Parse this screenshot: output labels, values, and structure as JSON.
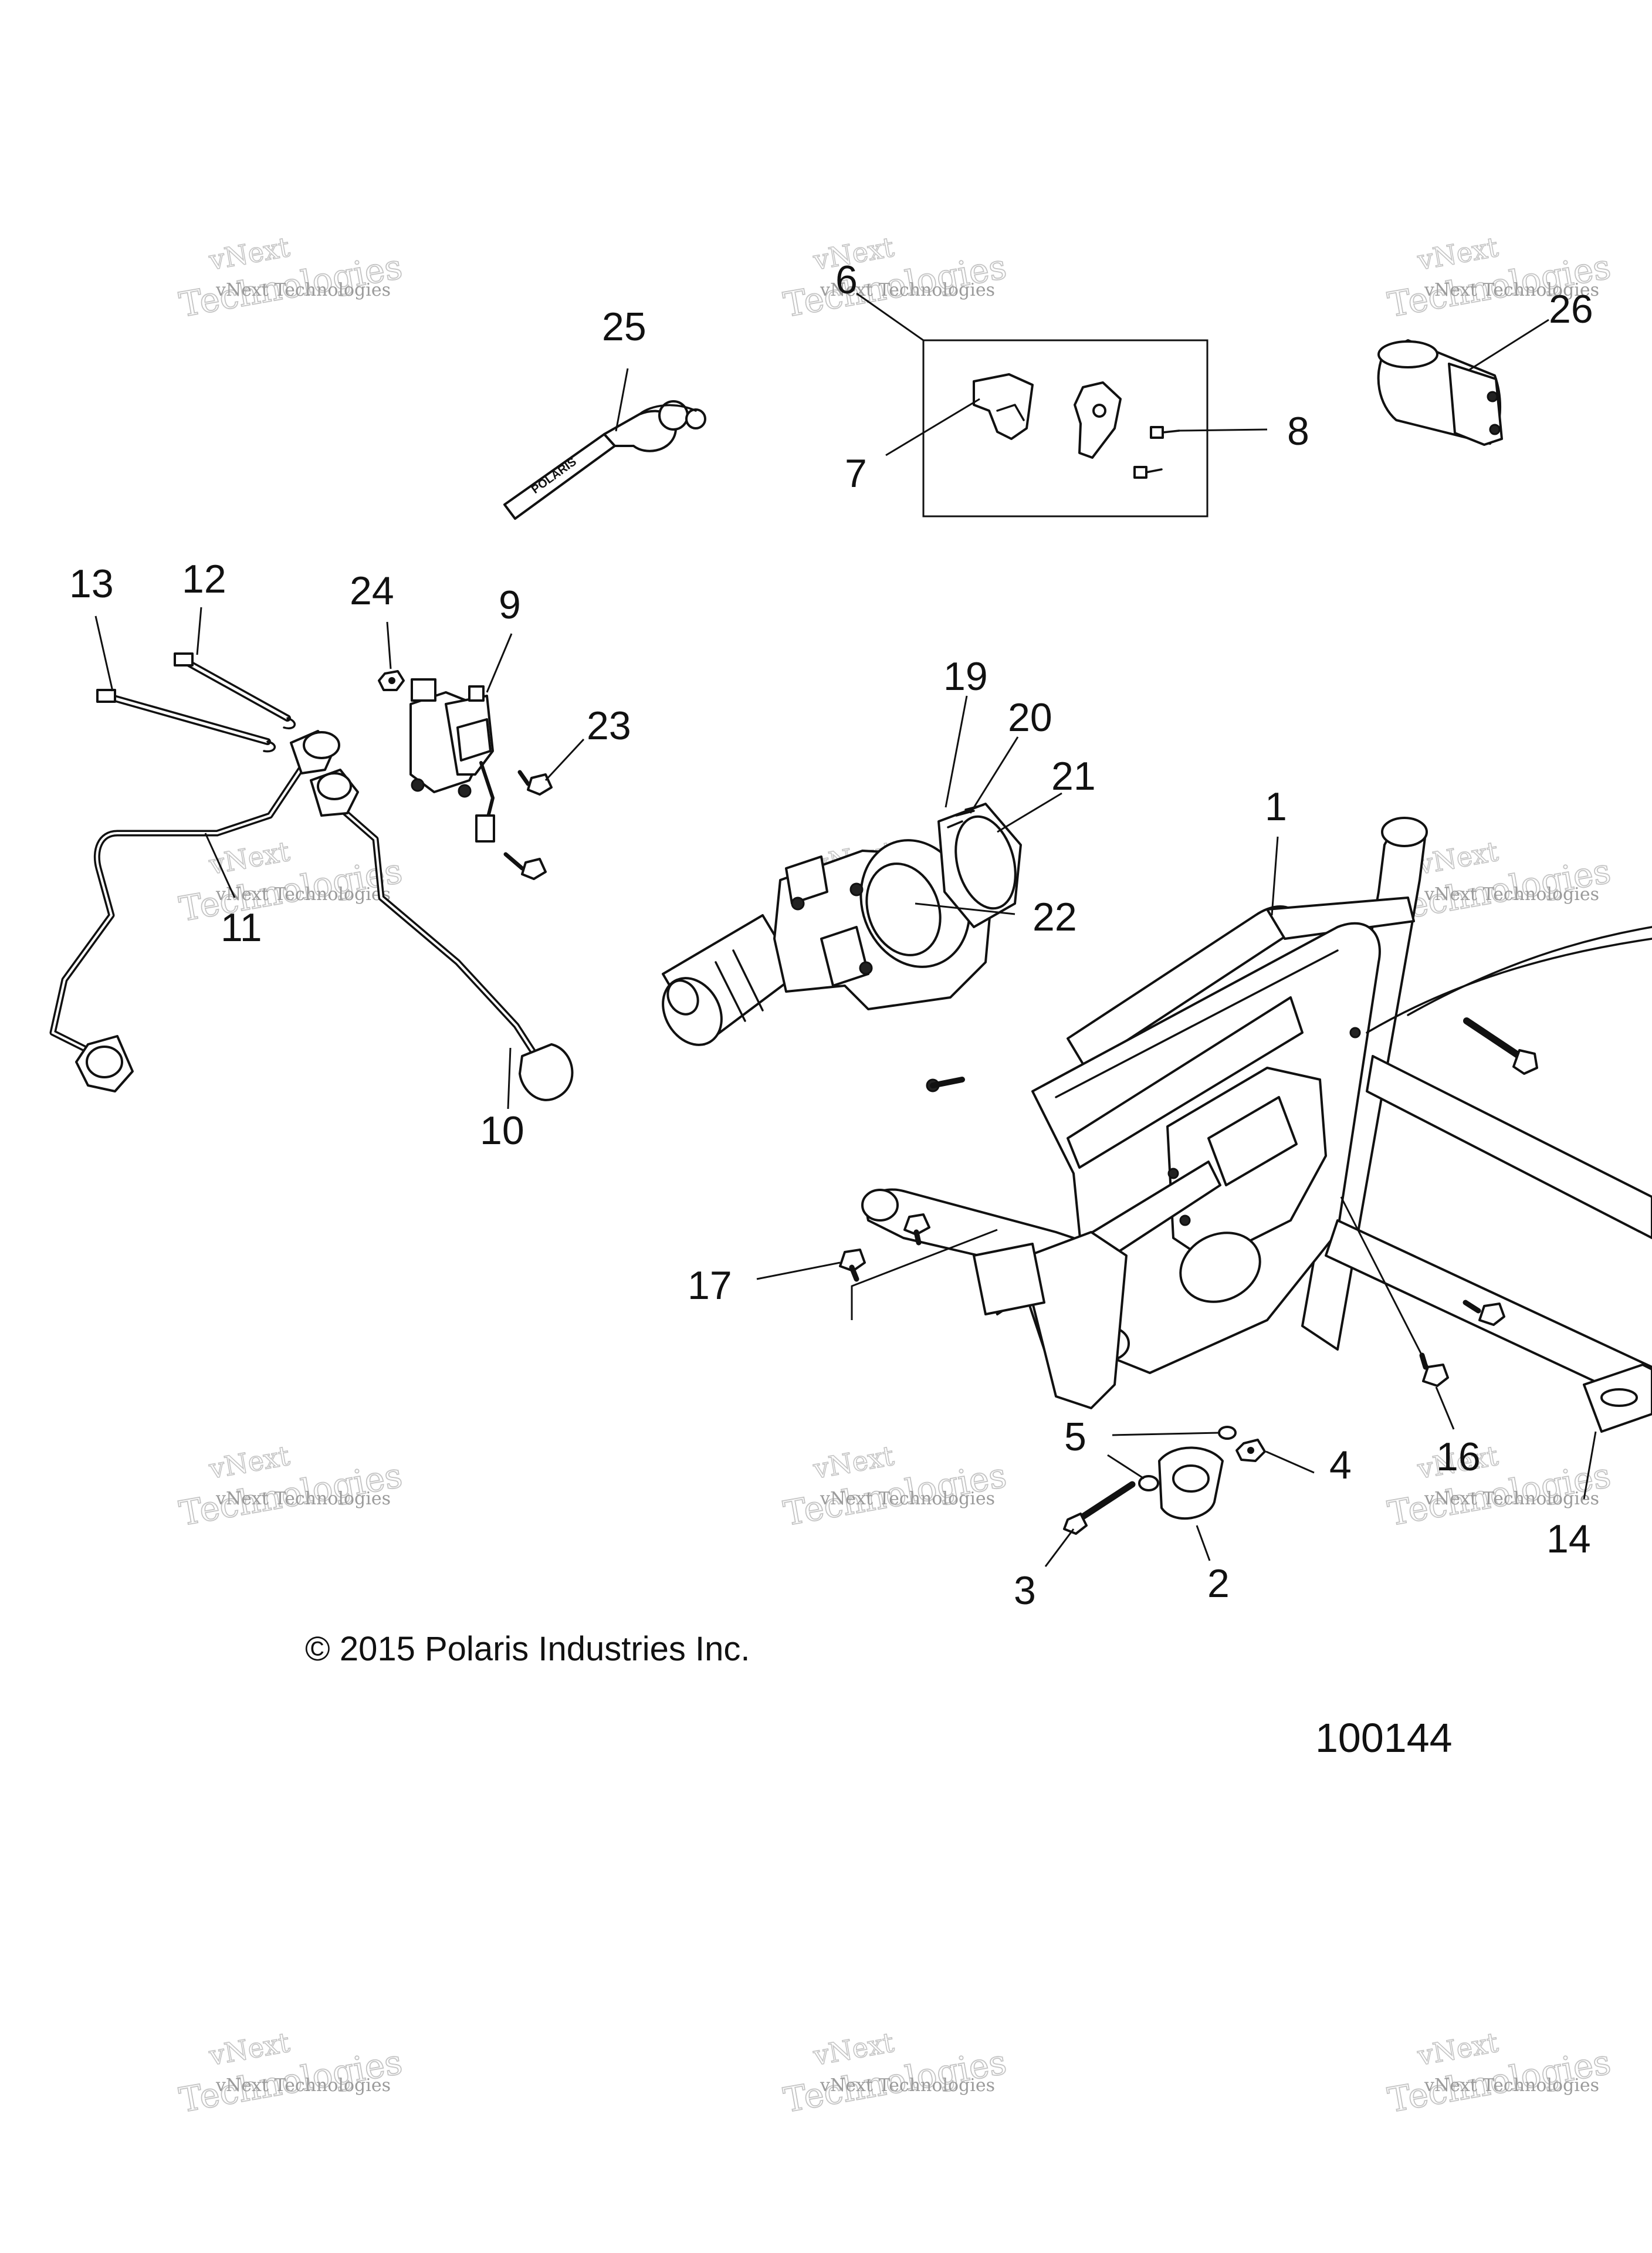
{
  "callouts": {
    "c1": "1",
    "c2": "2",
    "c3": "3",
    "c4": "4",
    "c5": "5",
    "c6": "6",
    "c7": "7",
    "c8": "8",
    "c9": "9",
    "c10": "10",
    "c11": "11",
    "c12": "12",
    "c13": "13",
    "c14": "14",
    "c16": "16",
    "c17": "17",
    "c19": "19",
    "c20": "20",
    "c21": "21",
    "c22": "22",
    "c23": "23",
    "c24": "24",
    "c25": "25",
    "c26": "26"
  },
  "copyright": "© 2015 Polaris Industries Inc.",
  "reference_number": "100144",
  "part_marking": "POLARIS",
  "watermark": {
    "line1": "vNext Technologies",
    "line2": "vNext",
    "line3": "Technologies"
  }
}
